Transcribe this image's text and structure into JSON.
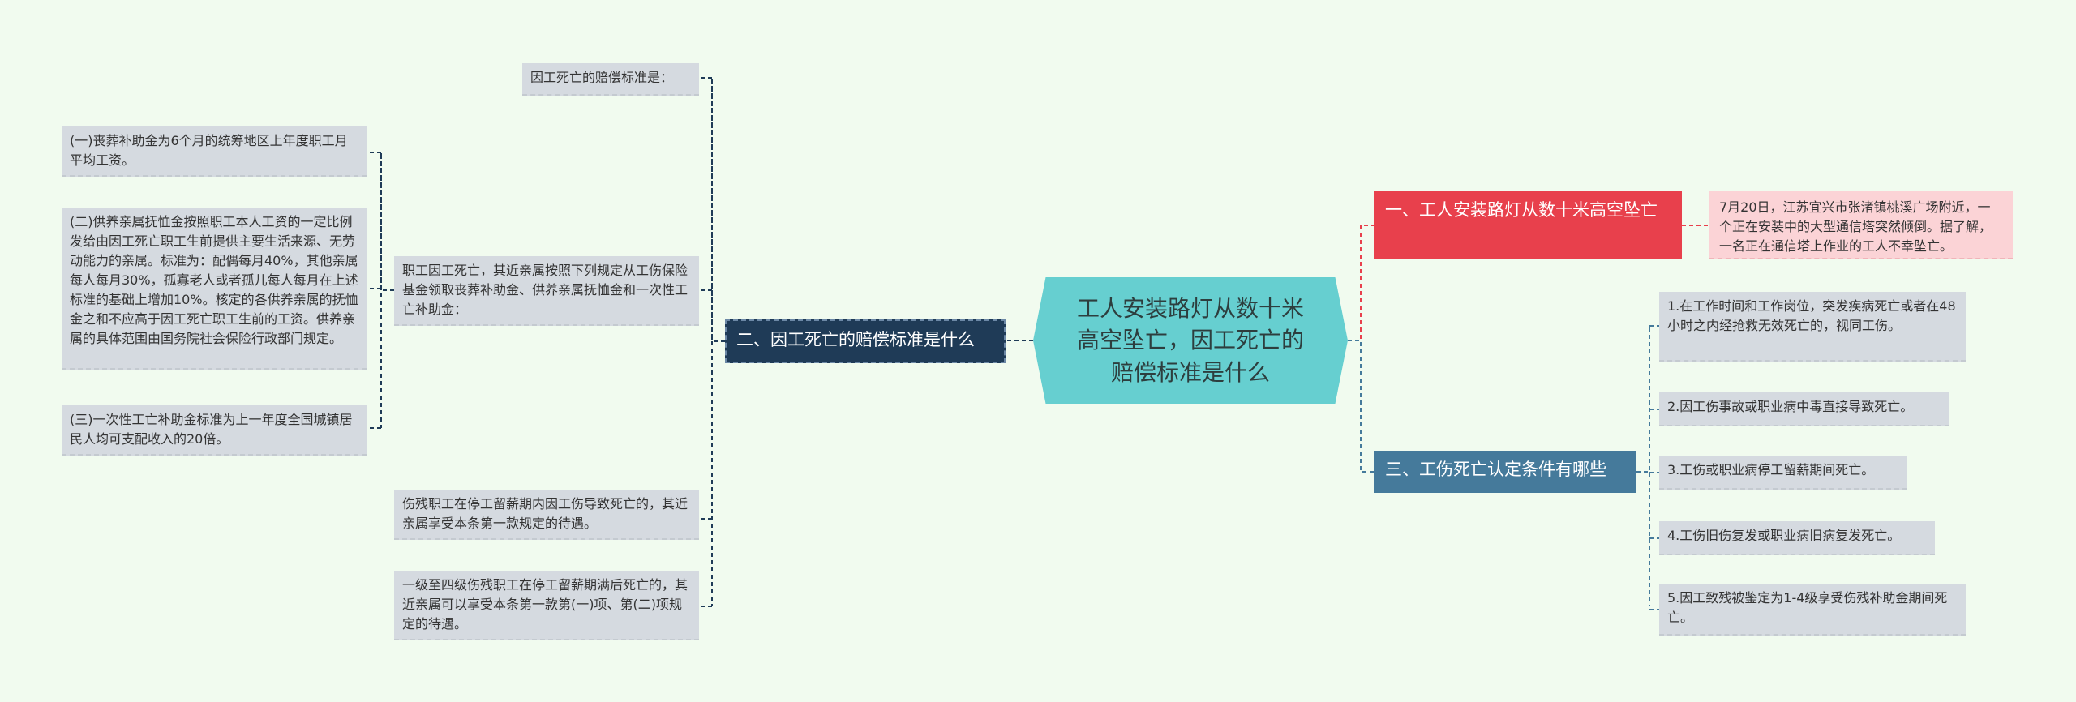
{
  "center": {
    "title": "工人安装路灯从数十米高空坠亡，因工死亡的赔偿标准是什么"
  },
  "branches": {
    "b1": {
      "label": "一、工人安装路灯从数十米高空坠亡",
      "detail": "7月20日，江苏宜兴市张渚镇桃溪广场附近，一个正在安装中的大型通信塔突然倾倒。据了解，一名正在通信塔上作业的工人不幸坠亡。"
    },
    "b2": {
      "label": "二、因工死亡的赔偿标准是什么",
      "intro": "因工死亡的赔偿标准是：",
      "main": "职工因工死亡，其近亲属按照下列规定从工伤保险基金领取丧葬补助金、供养亲属抚恤金和一次性工亡补助金：",
      "sub": [
        "(一)丧葬补助金为6个月的统筹地区上年度职工月平均工资。",
        "(二)供养亲属抚恤金按照职工本人工资的一定比例发给由因工死亡职工生前提供主要生活来源、无劳动能力的亲属。标准为：配偶每月40%，其他亲属每人每月30%，孤寡老人或者孤儿每人每月在上述标准的基础上增加10%。核定的各供养亲属的抚恤金之和不应高于因工死亡职工生前的工资。供养亲属的具体范围由国务院社会保险行政部门规定。",
        "(三)一次性工亡补助金标准为上一年度全国城镇居民人均可支配收入的20倍。"
      ],
      "note1": "伤残职工在停工留薪期内因工伤导致死亡的，其近亲属享受本条第一款规定的待遇。",
      "note2": "一级至四级伤残职工在停工留薪期满后死亡的，其近亲属可以享受本条第一款第(一)项、第(二)项规定的待遇。"
    },
    "b3": {
      "label": "三、工伤死亡认定条件有哪些",
      "items": [
        "1.在工作时间和工作岗位，突发疾病死亡或者在48小时之内经抢救无效死亡的，视同工伤。",
        "2.因工伤事故或职业病中毒直接导致死亡。",
        "3.工伤或职业病停工留薪期间死亡。",
        "4.工伤旧伤复发或职业病旧病复发死亡。",
        "5.因工致残被鉴定为1-4级享受伤残补助金期间死亡。"
      ]
    }
  },
  "colors": {
    "background": "#f1fbef",
    "center": "#66cfd0",
    "branch1": "#e8404c",
    "branch2": "#1f3b57",
    "branch3": "#457a9b"
  }
}
